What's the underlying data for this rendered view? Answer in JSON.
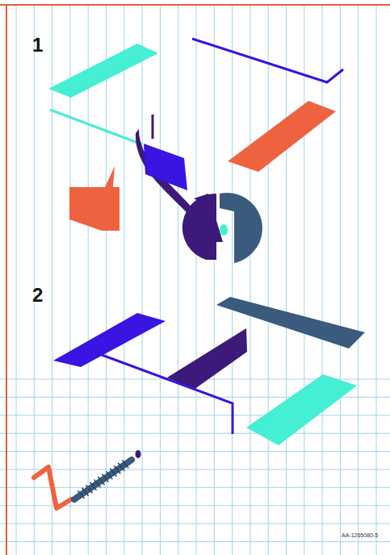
{
  "diagram": {
    "labels": [
      "1",
      "2",
      "AA-1265080-5"
    ]
  }
}
